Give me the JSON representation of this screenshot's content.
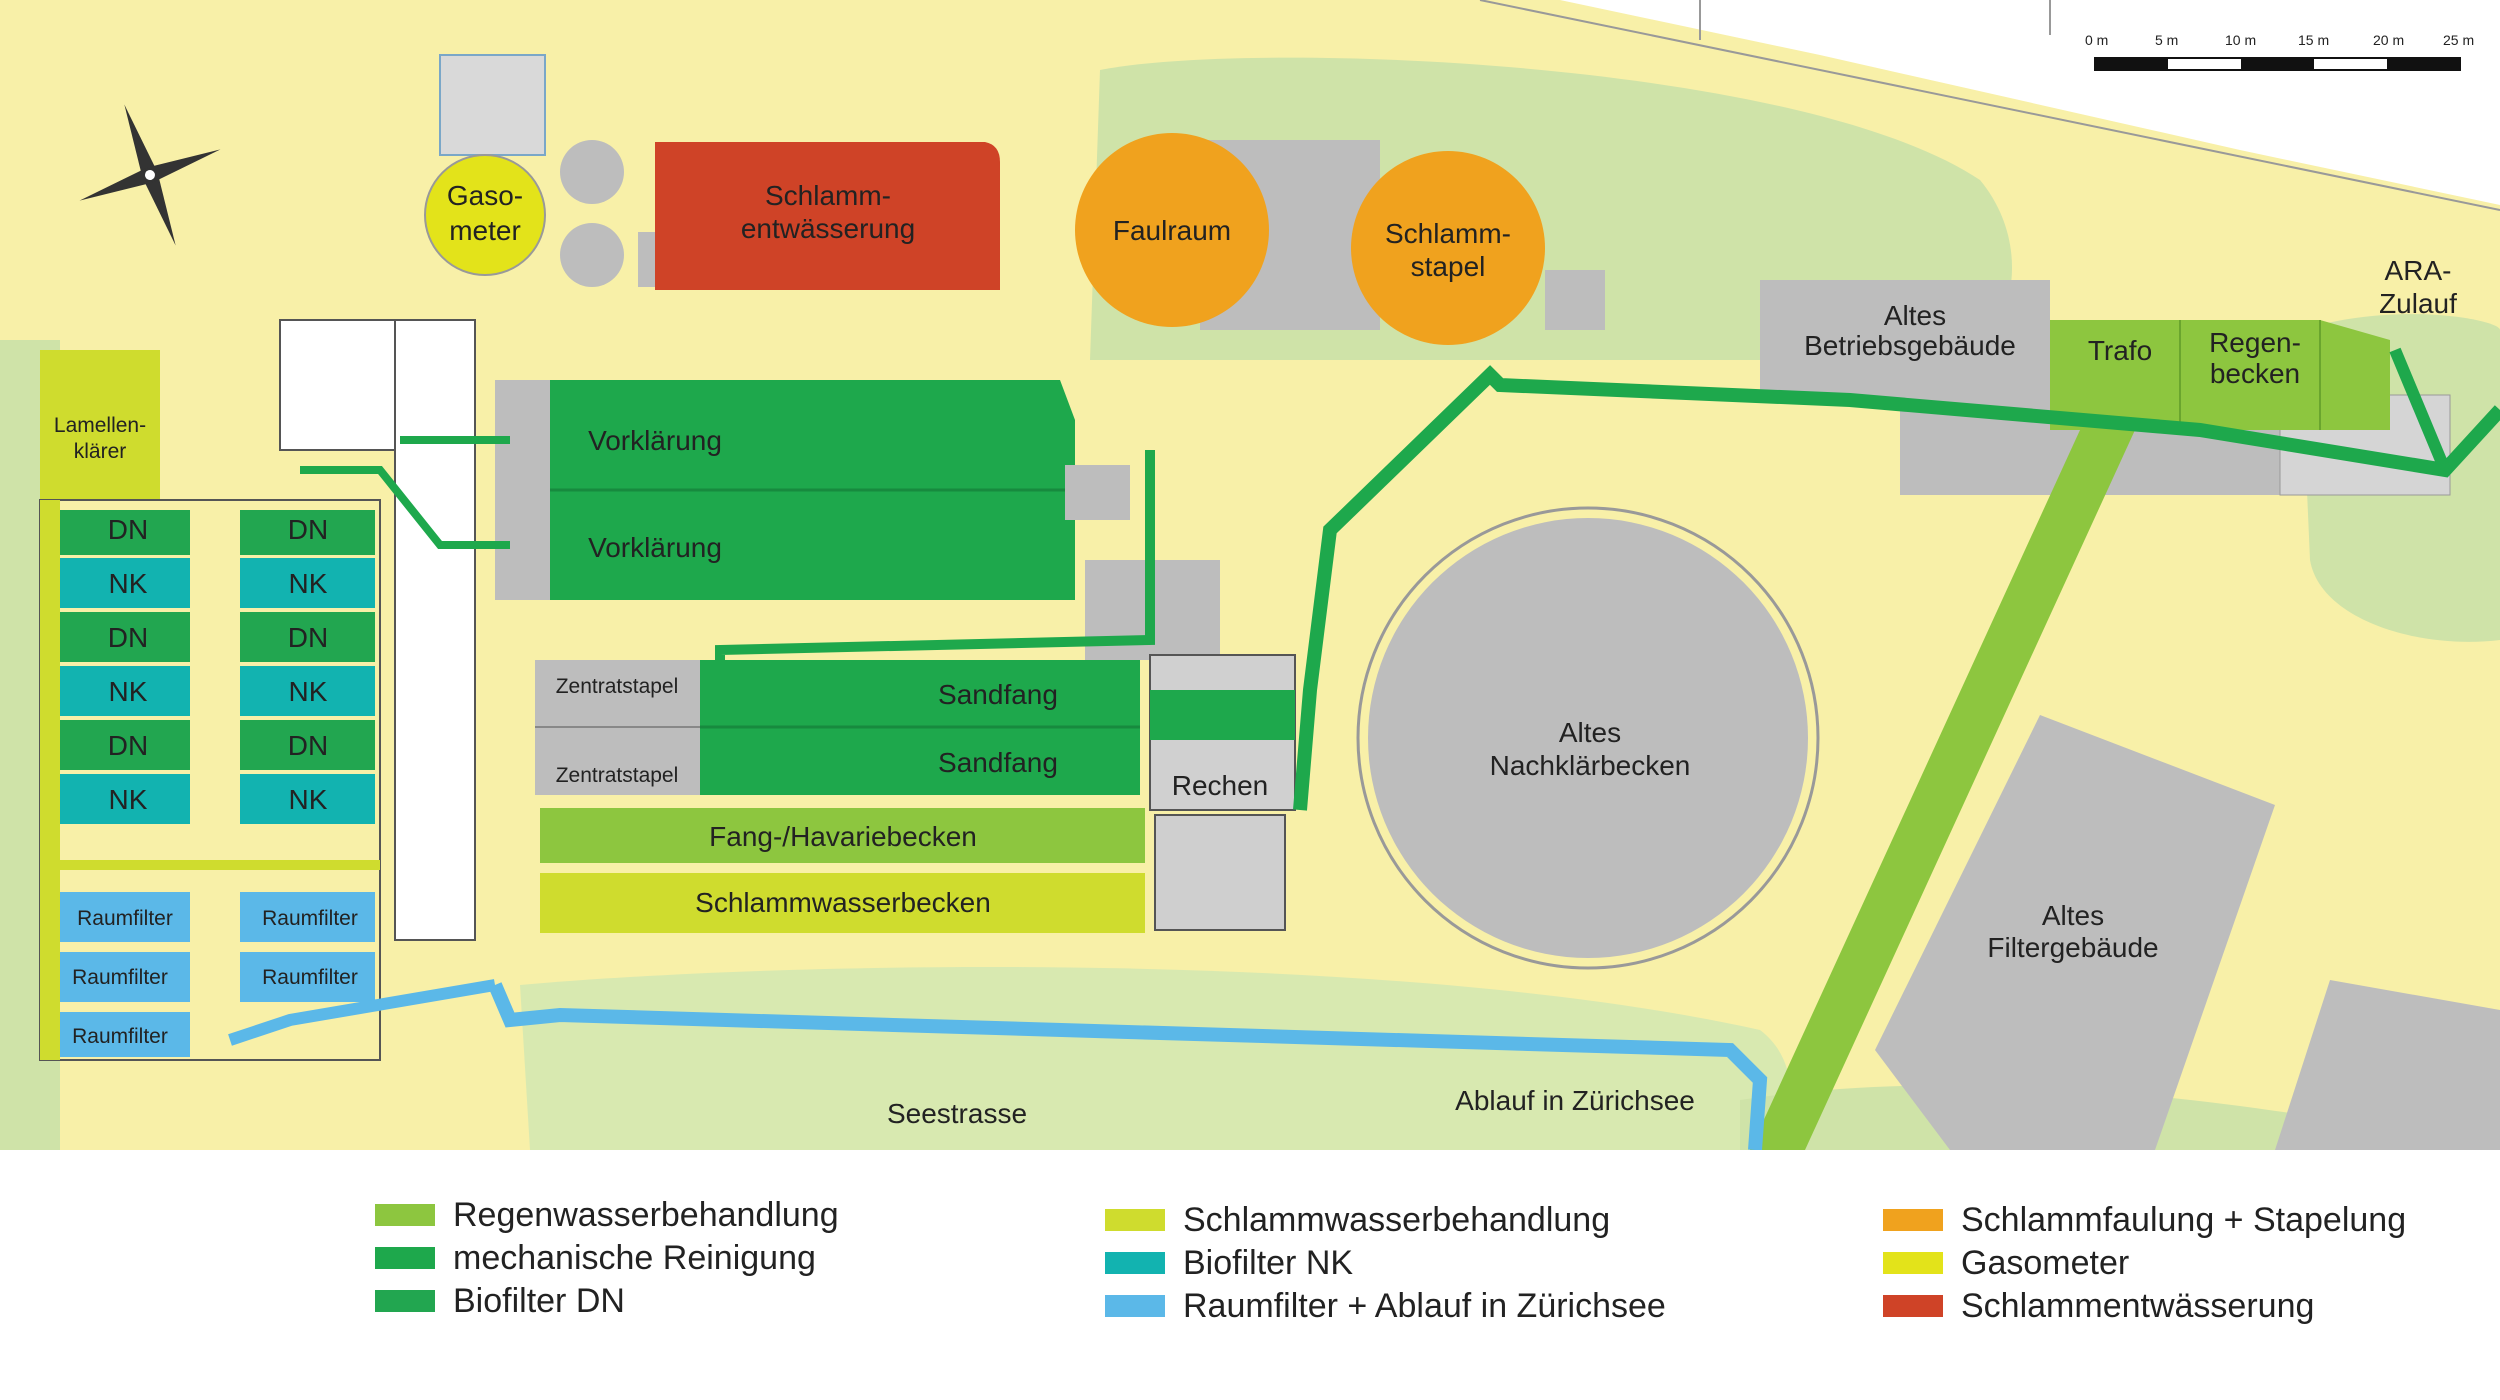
{
  "colors": {
    "ground": "#f8f0a8",
    "lawn": "#cfe3a8",
    "concrete": "#bdbdbd",
    "rain": "#8dc63f",
    "mech": "#1ea84c",
    "dn": "#22a650",
    "nk": "#12b3b0",
    "sludgewater": "#cfdc2e",
    "digestion": "#f0a21e",
    "gas": "#e3e31a",
    "dewater": "#cf4327",
    "filter": "#5bb8e8"
  },
  "scale": {
    "ticks": [
      "0 m",
      "5 m",
      "10 m",
      "15 m",
      "20 m",
      "25 m"
    ]
  },
  "labels": {
    "gasometer_1": "Gaso-",
    "gasometer_2": "meter",
    "entwaesserung_1": "Schlamm-",
    "entwaesserung_2": "entwässerung",
    "faulraum": "Faulraum",
    "stapel_1": "Schlamm-",
    "stapel_2": "stapel",
    "betrieb_1": "Altes",
    "betrieb_2": "Betriebsgebäude",
    "trafo": "Trafo",
    "regen_1": "Regen-",
    "regen_2": "becken",
    "zulauf_1": "ARA-",
    "zulauf_2": "Zulauf",
    "vorklaerung_1": "Vorklärung",
    "vorklaerung_2": "Vorklärung",
    "lamellen_1": "Lamellen-",
    "lamellen_2": "klärer",
    "dn": "DN",
    "nk": "NK",
    "zentratstapel_1": "Zentratstapel",
    "zentratstapel_2": "Zentratstapel",
    "sandfang_1": "Sandfang",
    "sandfang_2": "Sandfang",
    "rechen": "Rechen",
    "fang": "Fang-/Havariebecken",
    "schlammwasser": "Schlammwasserbecken",
    "raumfilter": "Raumfilter",
    "nach_1": "Altes",
    "nach_2": "Nachklärbecken",
    "filtergeb_1": "Altes",
    "filtergeb_2": "Filtergebäude",
    "seestrasse": "Seestrasse",
    "ablauf": "Ablauf in Zürichsee"
  },
  "legend": [
    {
      "label": "Regenwasserbehandlung",
      "color": "#8dc63f"
    },
    {
      "label": "mechanische Reinigung",
      "color": "#1ea84c"
    },
    {
      "label": "Biofilter DN",
      "color": "#22a650"
    },
    {
      "label": "Schlammwasserbehandlung",
      "color": "#cfdc2e"
    },
    {
      "label": "Biofilter NK",
      "color": "#12b3b0"
    },
    {
      "label": "Raumfilter + Ablauf in Zürichsee",
      "color": "#5bb8e8"
    },
    {
      "label": "Schlammfaulung + Stapelung",
      "color": "#f0a21e"
    },
    {
      "label": "Gasometer",
      "color": "#e3e31a"
    },
    {
      "label": "Schlammentwässerung",
      "color": "#cf4327"
    }
  ]
}
